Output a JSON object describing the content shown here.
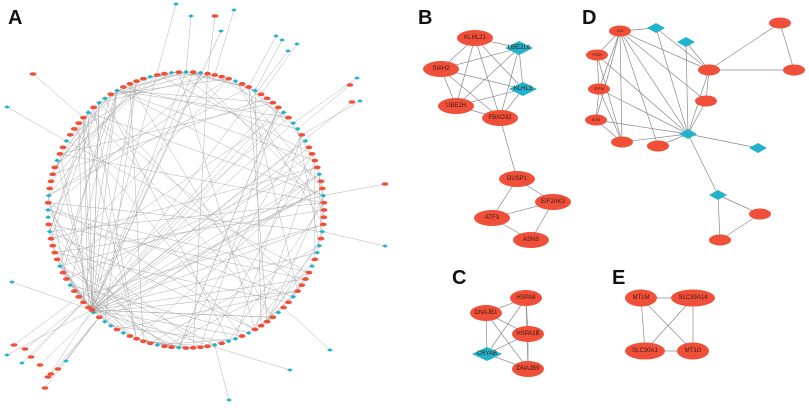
{
  "colors": {
    "up": "#f0503a",
    "down": "#22b3cc",
    "edge": "#8a8a8a"
  },
  "panels": {
    "A": {
      "label": "A"
    },
    "B": {
      "label": "B",
      "nodes": [
        {
          "id": "KLHL21",
          "label": "KLHL21",
          "type": "up"
        },
        {
          "id": "UBE2L6",
          "label": "UBE2L6",
          "type": "down"
        },
        {
          "id": "SIAH2",
          "label": "SIAH2",
          "type": "up"
        },
        {
          "id": "KLHL3",
          "label": "KLHL3",
          "type": "down"
        },
        {
          "id": "UBE2H",
          "label": "UBE2H",
          "type": "up"
        },
        {
          "id": "FBXO32",
          "label": "FBXO32",
          "type": "up"
        },
        {
          "id": "DUSP1",
          "label": "DUSP1",
          "type": "up"
        },
        {
          "id": "EIF2AK3",
          "label": "EIF2AK3",
          "type": "up"
        },
        {
          "id": "ATF3",
          "label": "ATF3",
          "type": "up"
        },
        {
          "id": "ASNS",
          "label": "ASNS",
          "type": "up"
        }
      ]
    },
    "C": {
      "label": "C",
      "nodes": [
        {
          "id": "HSPA8",
          "label": "HSPA8",
          "type": "up"
        },
        {
          "id": "DNAJB1",
          "label": "DNAJB1",
          "type": "up"
        },
        {
          "id": "HSPA1B",
          "label": "HSPA1B",
          "type": "up"
        },
        {
          "id": "CRYAB",
          "label": "CRYAB",
          "type": "down"
        },
        {
          "id": "DNAJB9",
          "label": "DNAJB9",
          "type": "up"
        }
      ]
    },
    "D": {
      "label": "D",
      "nodes": [
        {
          "id": "JUN",
          "label": "JUN",
          "type": "up"
        },
        {
          "id": "DD1",
          "label": "",
          "type": "down"
        },
        {
          "id": "DD2",
          "label": "",
          "type": "down"
        },
        {
          "id": "DU1",
          "label": "",
          "type": "up"
        },
        {
          "id": "DU2",
          "label": "",
          "type": "up"
        },
        {
          "id": "FOSB",
          "label": "FOSB",
          "type": "up"
        },
        {
          "id": "ZFP36",
          "label": "ZFP36",
          "type": "up"
        },
        {
          "id": "KLF6",
          "label": "KLF6",
          "type": "up"
        },
        {
          "id": "DU3",
          "label": "",
          "type": "up"
        },
        {
          "id": "DU4",
          "label": "",
          "type": "up"
        },
        {
          "id": "DU5",
          "label": "",
          "type": "up"
        },
        {
          "id": "DHUB",
          "label": "",
          "type": "down"
        },
        {
          "id": "DU6",
          "label": "",
          "type": "up"
        },
        {
          "id": "DD3",
          "label": "",
          "type": "down"
        },
        {
          "id": "DD4",
          "label": "",
          "type": "down"
        },
        {
          "id": "DU7",
          "label": "",
          "type": "up"
        },
        {
          "id": "DU8",
          "label": "",
          "type": "up"
        }
      ]
    },
    "E": {
      "label": "E",
      "nodes": [
        {
          "id": "MT1M",
          "label": "MT1M",
          "type": "up"
        },
        {
          "id": "SLC39A14",
          "label": "SLC39A14",
          "type": "up"
        },
        {
          "id": "SLC30A1",
          "label": "SLC30A1",
          "type": "up"
        },
        {
          "id": "MT1G",
          "label": "MT1G",
          "type": "up"
        }
      ]
    }
  }
}
